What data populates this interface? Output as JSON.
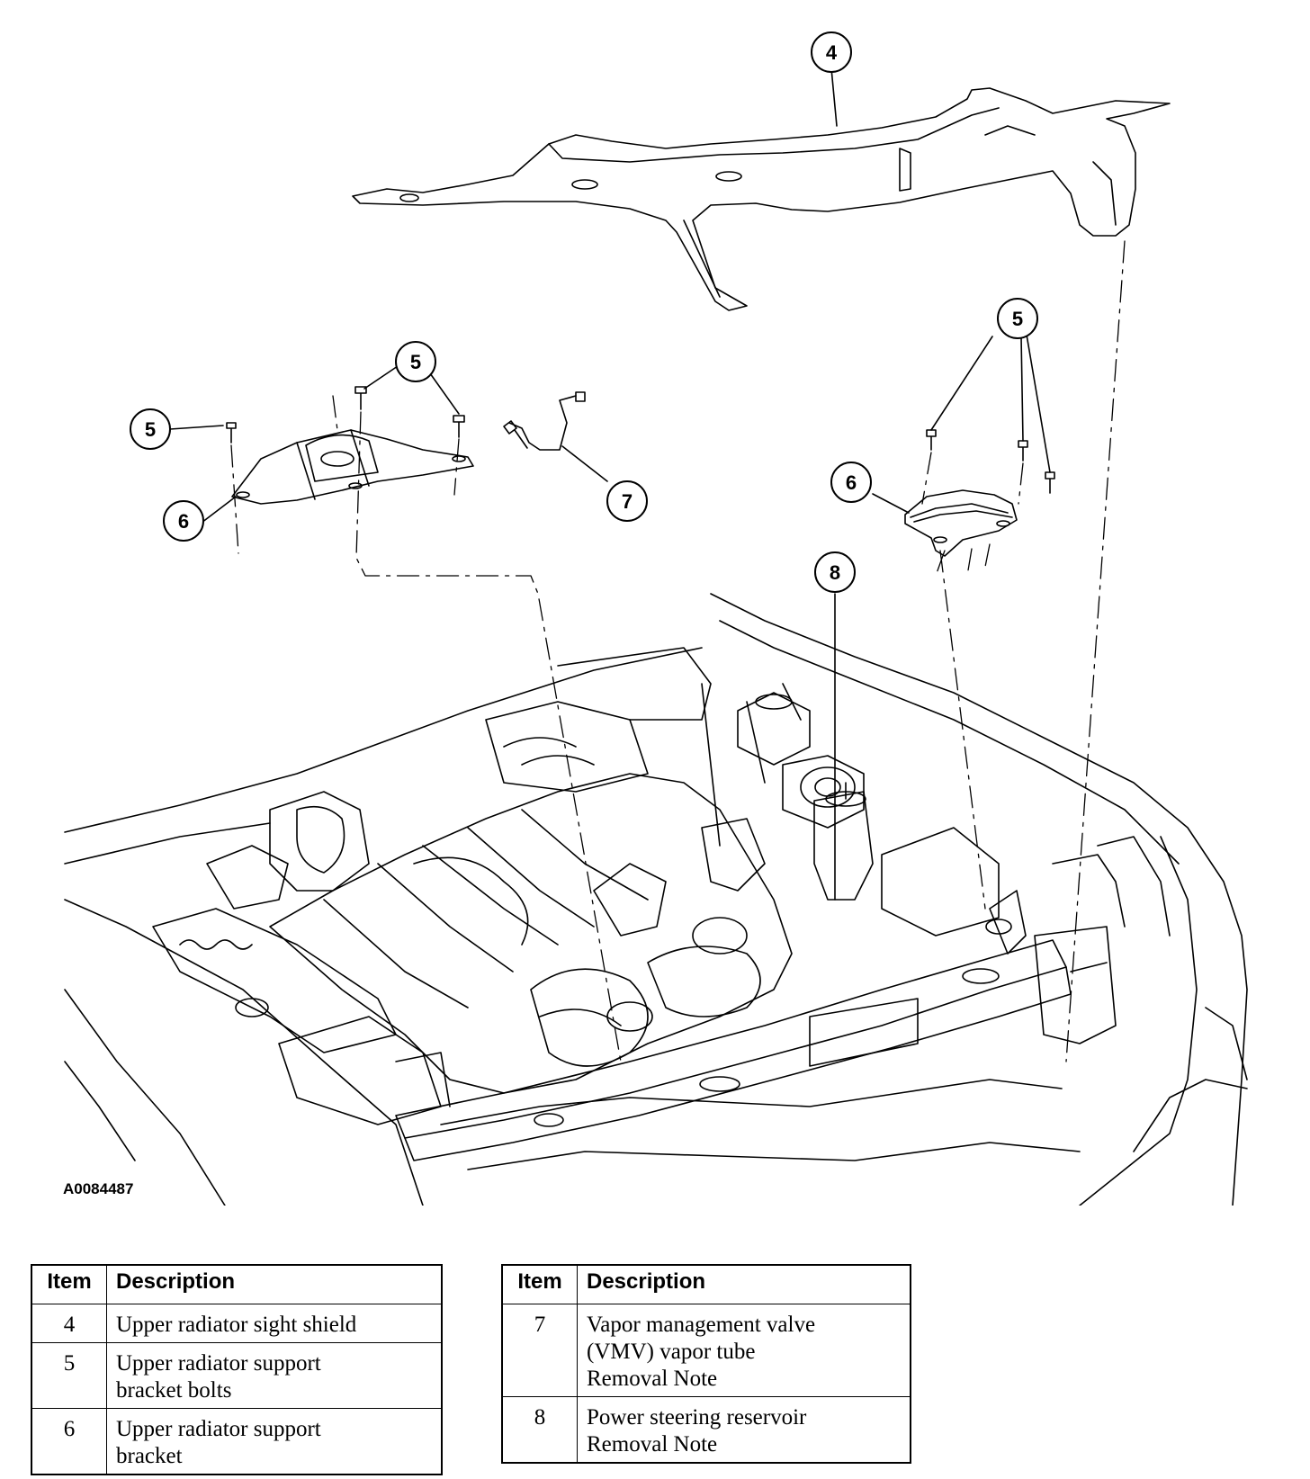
{
  "figure_id": "A0084487",
  "callouts": [
    {
      "label": "4"
    },
    {
      "label": "5"
    },
    {
      "label": "5"
    },
    {
      "label": "5"
    },
    {
      "label": "6"
    },
    {
      "label": "7"
    },
    {
      "label": "5"
    },
    {
      "label": "6"
    },
    {
      "label": "8"
    }
  ],
  "legend_left": {
    "headers": {
      "item": "Item",
      "description": "Description"
    },
    "rows": [
      {
        "item": "4",
        "lines": [
          "Upper radiator sight shield"
        ]
      },
      {
        "item": "5",
        "lines": [
          "Upper radiator support",
          "bracket bolts"
        ]
      },
      {
        "item": "6",
        "lines": [
          "Upper radiator support",
          "bracket"
        ]
      }
    ]
  },
  "legend_right": {
    "headers": {
      "item": "Item",
      "description": "Description"
    },
    "rows": [
      {
        "item": "7",
        "lines": [
          "Vapor management valve",
          "(VMV) vapor tube",
          "Removal Note"
        ]
      },
      {
        "item": "8",
        "lines": [
          "Power steering reservoir",
          "Removal Note"
        ]
      }
    ]
  }
}
